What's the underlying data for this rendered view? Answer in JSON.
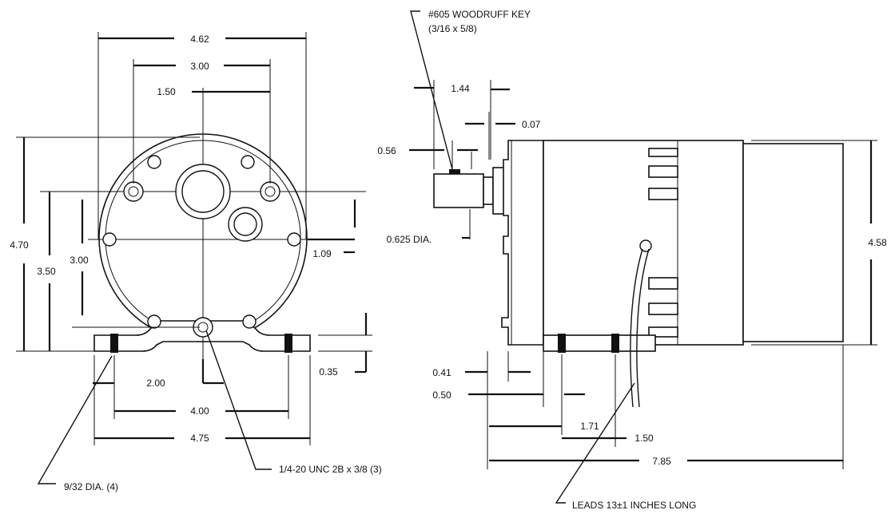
{
  "front_view": {
    "dim_width_overall": "4.62",
    "dim_mount_spacing_top": "3.00",
    "dim_half_width": "1.50",
    "dim_height_overall": "4.70",
    "dim_height_mid": "3.50",
    "dim_height_holes": "3.00",
    "dim_shaft_offset": "1.09",
    "dim_foot_thickness": "0.35",
    "dim_foot_half": "2.00",
    "dim_foot_hole_spacing": "4.00",
    "dim_foot_width": "4.75",
    "note_tapped_holes": "1/4-20 UNC 2B x 3/8 (3)",
    "note_foot_holes": "9/32 DIA. (4)"
  },
  "side_view": {
    "note_key_line1": "#605 WOODRUFF KEY",
    "note_key_line2": "(3/16 x 5/8)",
    "dim_shaft_length": "1.44",
    "dim_shoulder": "0.07",
    "dim_key_width": "0.56",
    "dim_shaft_dia": "0.625 DIA.",
    "dim_height": "4.58",
    "dim_foot_offset": "0.41",
    "dim_foot_a": "0.50",
    "dim_foot_b": "1.71",
    "dim_foot_c": "1.50",
    "dim_length_overall": "7.85",
    "note_leads": "LEADS 13±1 INCHES LONG"
  }
}
